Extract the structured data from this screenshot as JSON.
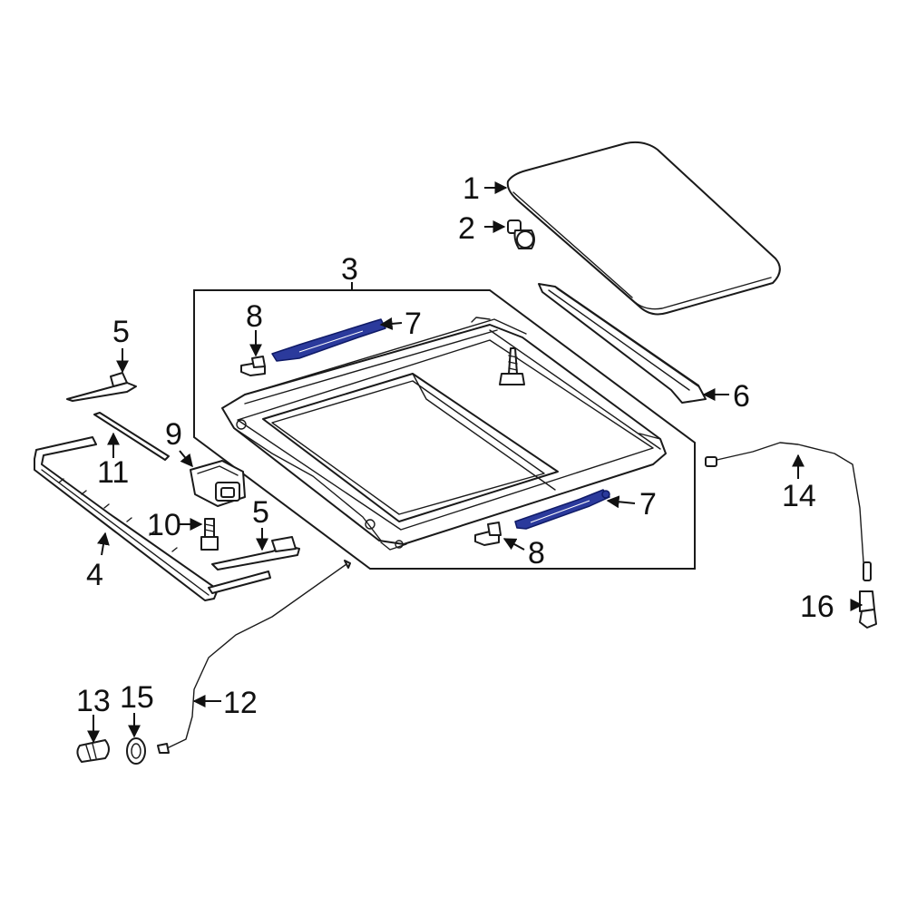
{
  "callouts": {
    "c1": "1",
    "c2": "2",
    "c3": "3",
    "c4": "4",
    "c5a": "5",
    "c5b": "5",
    "c6": "6",
    "c7a": "7",
    "c7b": "7",
    "c8a": "8",
    "c8b": "8",
    "c9": "9",
    "c10": "10",
    "c11": "11",
    "c12": "12",
    "c13": "13",
    "c14": "14",
    "c15": "15",
    "c16": "16"
  },
  "colors": {
    "highlight": "#2b3a9c",
    "line": "#1a1a1a"
  }
}
